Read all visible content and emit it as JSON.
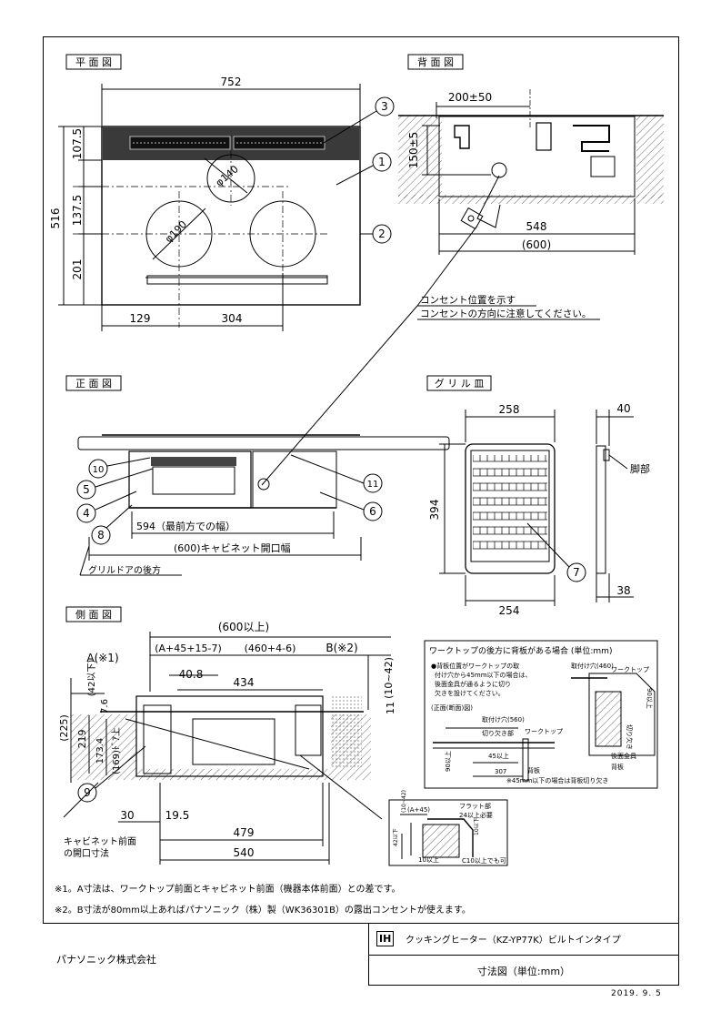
{
  "views": {
    "plan": "平 面 図",
    "back": "背 面 図",
    "front": "正 面 図",
    "grill": "グ リ ル 皿",
    "side": "側 面 図"
  },
  "plan_dims": {
    "width": "752",
    "height": "516",
    "d1": "107.5",
    "d2": "137.5",
    "d3": "201",
    "left": "129",
    "pitch": "304",
    "dia_small": "φ140",
    "dia_large": "φ190"
  },
  "back_dims": {
    "top": "200±50",
    "height": "150±5",
    "width": "548",
    "opening": "(600)"
  },
  "outlet_note": {
    "line1": "コンセント位置を示す",
    "line2": "コンセントの方向に注意してください。"
  },
  "front_dims": {
    "width": "594（最前方での幅）",
    "cabinet": "(600)キャビネット開口幅",
    "door_note": "グリルドアの後方"
  },
  "grill_dims": {
    "top": "258",
    "bottom": "254",
    "height": "394",
    "depth": "40",
    "foot_depth": "38",
    "foot": "脚部"
  },
  "callouts": [
    "1",
    "2",
    "3",
    "4",
    "5",
    "6",
    "7",
    "8",
    "9",
    "10",
    "11"
  ],
  "side_dims": {
    "total": "(600以上)",
    "a_ref": "A(※1)",
    "a_dim": "(A+45+15-7)",
    "mid": "(460+4-6)",
    "b_ref": "B(※2)",
    "d408": "40.8",
    "d434": "434",
    "d11": "11",
    "d1042": "(10~42)",
    "d42": "(42以下)",
    "d76": "7.6",
    "d225": "(225)",
    "d219": "219",
    "d1734": "173.4",
    "d169": "(169)ﾄﾞｱ上",
    "d30": "30",
    "d195": "19.5",
    "d479": "479",
    "d540": "540",
    "cab_note1": "キャビネット前面",
    "cab_note2": "の開口寸法"
  },
  "detail_box": {
    "title": "ワークトップの後方に背板がある場合 (単位:mm)",
    "t1": "●背板位置がワークトップの取",
    "t2": "付け穴から45mm以下の場合は、",
    "t3": "後面金具が通るように切り",
    "t4": "欠きを設けてください。",
    "t5": "(正面(断面)図)",
    "t6": "取付け穴(560)",
    "t7": "切り欠き部",
    "t8": "ワークトップ",
    "t9": "45以上",
    "t10": "307",
    "t11": "背板",
    "t12": "90以上",
    "t13": "取付け穴(460)",
    "t14": "ワークトップ",
    "t15": "後面金具",
    "t16": "背板",
    "t17": "切り欠き",
    "t18": "90以上",
    "t19": "※45mm以下の場合は背板切り欠き"
  },
  "flat_box": {
    "a": "(A+45)",
    "flat1": "フラット部",
    "flat2": "24以上必要",
    "h": "(10~42)",
    "t42": "42以下",
    "t10a": "10以下",
    "t10b": "10以上",
    "c10": "C10以上でも可"
  },
  "notes": {
    "n1": "※1。A寸法は、ワークトップ前面とキャビネット前面（機器本体前面）との差です。",
    "n2": "※2。B寸法が80mm以上あればパナソニック（株）製（WK36301B）の露出コンセントが使えます。"
  },
  "title_block": {
    "ih": "IH",
    "product": "クッキングヒーター（KZ-YP77K）ビルトインタイプ",
    "unit": "寸法図（単位:mm）",
    "company": "パナソニック株式会社",
    "date": "2019. 9. 5"
  }
}
